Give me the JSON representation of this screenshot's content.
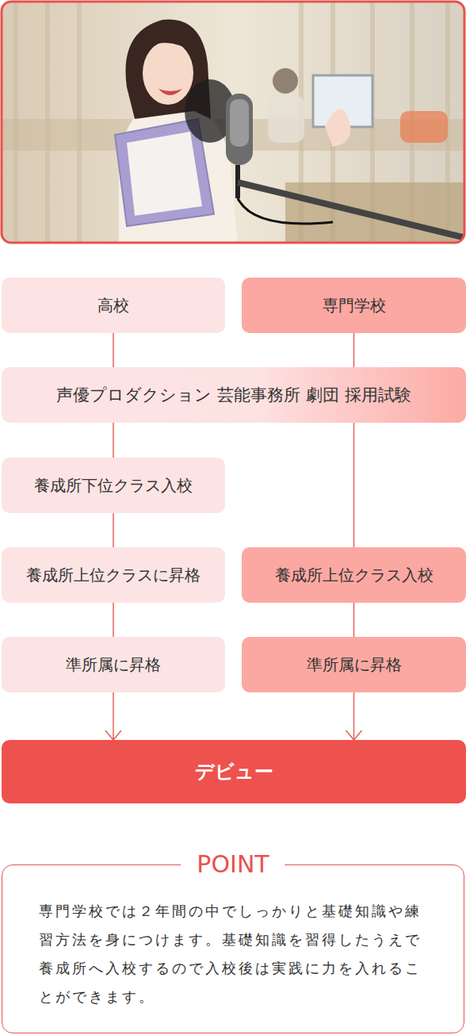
{
  "diagram": {
    "nodes": [
      {
        "text": [
          "高校"
        ]
      },
      {
        "text": [
          "専門学校"
        ]
      },
      {
        "text": [
          "声優プロダクション 芸能事務所 劇団 採用試験"
        ]
      },
      {
        "text": [
          "養成所下位クラス入校"
        ]
      },
      {
        "text": [
          "養成所上位クラスに昇格"
        ]
      },
      {
        "text": [
          "養成所上位クラス入校"
        ]
      },
      {
        "text": [
          "準所属に昇格"
        ]
      },
      {
        "text": [
          "準所属に昇格"
        ]
      },
      {
        "text": [
          "デビュー"
        ]
      },
      {
        "text": [
          "POINT",
          "専門学校では２年間の中でしっかりと基礎知識や練習方法を身につけます。基礎知識を習得したうえで養成所へ入校するので入校後は実践に力を入れることができます。"
        ]
      }
    ],
    "edges": [
      {
        "from": 0,
        "to": 2,
        "arrow": "none"
      },
      {
        "from": 1,
        "to": 2,
        "arrow": "none"
      },
      {
        "from": 2,
        "to": 3,
        "arrow": "none"
      },
      {
        "from": 3,
        "to": 4,
        "arrow": "none"
      },
      {
        "from": 4,
        "to": 6,
        "arrow": "none"
      },
      {
        "from": 6,
        "to": 8,
        "arrow": "to"
      },
      {
        "from": 2,
        "to": 5,
        "arrow": "none"
      },
      {
        "from": 5,
        "to": 7,
        "arrow": "none"
      },
      {
        "from": 7,
        "to": 8,
        "arrow": "to"
      }
    ]
  }
}
